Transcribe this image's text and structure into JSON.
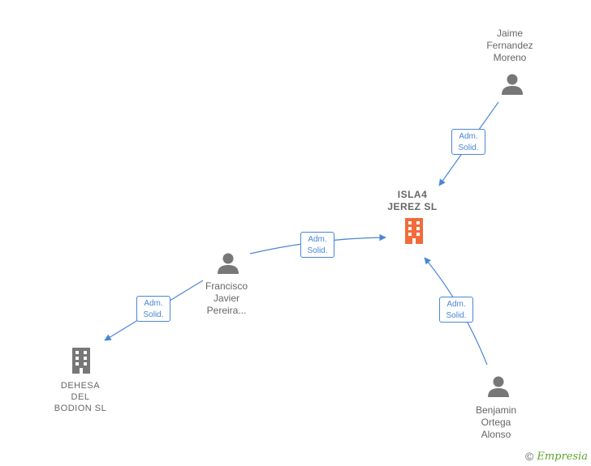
{
  "nodes": {
    "jaime": {
      "label": "Jaime\nFernandez\nMoreno"
    },
    "isla4": {
      "label": "ISLA4\nJEREZ  SL"
    },
    "francisco": {
      "label": "Francisco\nJavier\nPereira..."
    },
    "dehesa": {
      "label": "DEHESA\nDEL\nBODION  SL"
    },
    "benjamin": {
      "label": "Benjamin\nOrtega\nAlonso"
    }
  },
  "edges": {
    "jaime_isla4": {
      "line1": "Adm.",
      "line2": "Solid."
    },
    "francisco_isla4": {
      "line1": "Adm.",
      "line2": "Solid."
    },
    "francisco_dehesa": {
      "line1": "Adm.",
      "line2": "Solid."
    },
    "benjamin_isla4": {
      "line1": "Adm.",
      "line2": "Solid."
    }
  },
  "colors": {
    "edge": "#4a86d4",
    "person_icon": "#777777",
    "company_icon": "#777777",
    "main_company_icon": "#f26b3a"
  },
  "footer": {
    "copyright_symbol": "©",
    "brand": "Empresia"
  }
}
